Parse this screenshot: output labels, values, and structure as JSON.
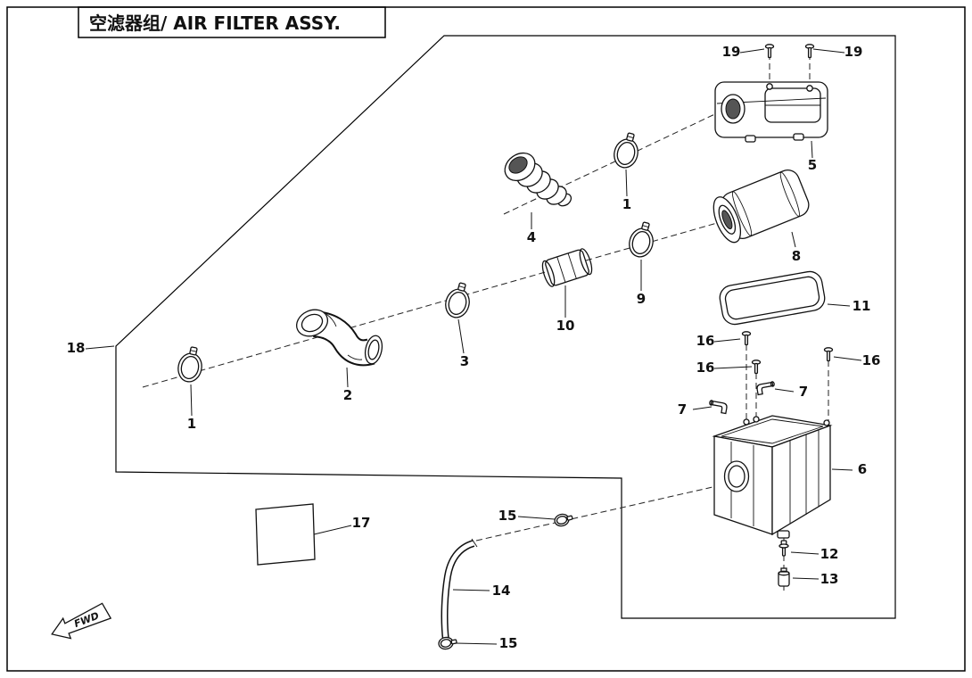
{
  "diagram": {
    "title": "空滤器组/ AIR FILTER ASSY.",
    "fwd_label": "FWD"
  },
  "callouts": {
    "n19L": "19",
    "n19R": "19",
    "n5": "5",
    "n1a": "1",
    "n4": "4",
    "n8": "8",
    "n9": "9",
    "n10": "10",
    "n11": "11",
    "n3": "3",
    "n2": "2",
    "n1b": "1",
    "n18": "18",
    "n16a": "16",
    "n16b": "16",
    "n16c": "16",
    "n7a": "7",
    "n7b": "7",
    "n6": "6",
    "n12": "12",
    "n13": "13",
    "n17": "17",
    "n14": "14",
    "n15a": "15",
    "n15b": "15"
  }
}
